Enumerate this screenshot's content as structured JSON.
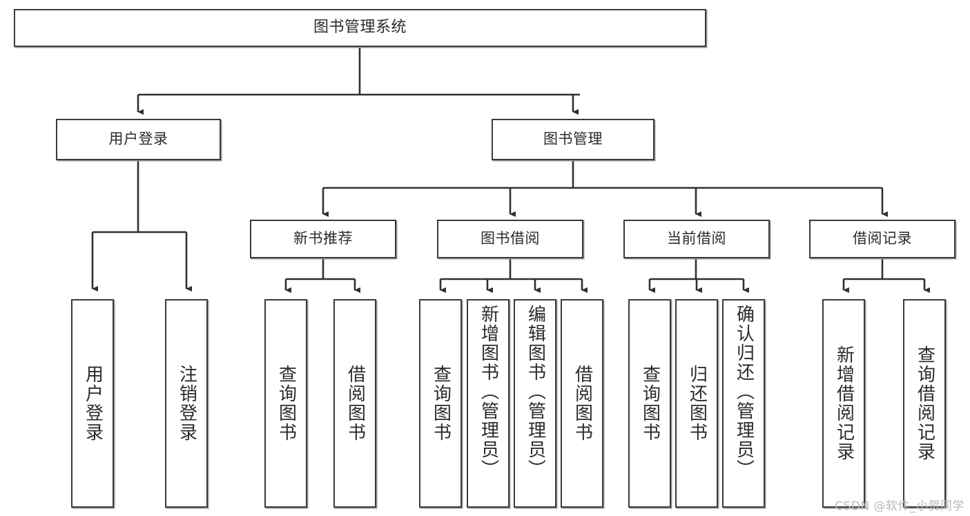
{
  "diagram": {
    "title_node": {
      "label": "图书管理系统"
    },
    "level2": [
      {
        "id": "user-login",
        "label": "用户登录"
      },
      {
        "id": "book-manage",
        "label": "图书管理"
      }
    ],
    "level3": [
      {
        "id": "new-book-recommend",
        "label": "新书推荐"
      },
      {
        "id": "book-borrow",
        "label": "图书借阅"
      },
      {
        "id": "current-borrow",
        "label": "当前借阅"
      },
      {
        "id": "borrow-record",
        "label": "借阅记录"
      }
    ],
    "leaves": [
      {
        "id": "leaf-user-login",
        "parent": "user-login",
        "label": "用户登录"
      },
      {
        "id": "leaf-logout",
        "parent": "user-login",
        "label": "注销登录"
      },
      {
        "id": "leaf-query-book-1",
        "parent": "new-book-recommend",
        "label": "查询图书"
      },
      {
        "id": "leaf-borrow-book-1",
        "parent": "new-book-recommend",
        "label": "借阅图书"
      },
      {
        "id": "leaf-query-book-2",
        "parent": "book-borrow",
        "label": "查询图书"
      },
      {
        "id": "leaf-add-book",
        "parent": "book-borrow",
        "label": "新增图书（管理员）"
      },
      {
        "id": "leaf-edit-book",
        "parent": "book-borrow",
        "label": "编辑图书（管理员）"
      },
      {
        "id": "leaf-borrow-book-2",
        "parent": "book-borrow",
        "label": "借阅图书"
      },
      {
        "id": "leaf-query-book-3",
        "parent": "current-borrow",
        "label": "查询图书"
      },
      {
        "id": "leaf-return-book",
        "parent": "current-borrow",
        "label": "归还图书"
      },
      {
        "id": "leaf-confirm-return",
        "parent": "current-borrow",
        "label": "确认归还（管理员）"
      },
      {
        "id": "leaf-add-record",
        "parent": "borrow-record",
        "label": "新增借阅记录"
      },
      {
        "id": "leaf-query-record",
        "parent": "borrow-record",
        "label": "查询借阅记录"
      }
    ],
    "colors": {
      "border": "#3a3a3a",
      "text": "#2b2b2b",
      "background": "#ffffff",
      "connector": "#2f2f2f",
      "watermark": "#b9b9b9"
    }
  },
  "watermark": {
    "text": "CSDN @软件_小贺同学"
  }
}
